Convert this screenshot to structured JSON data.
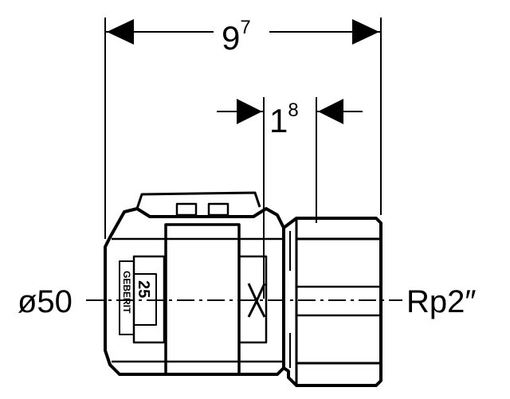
{
  "dimensions": {
    "overall": {
      "base": "9",
      "sup": "7"
    },
    "nut": {
      "base": "1",
      "sup": "8"
    }
  },
  "labels": {
    "left": "ø50",
    "right": "Rp2″"
  },
  "body_marks": {
    "brand": "GEBERIT",
    "number": "25"
  },
  "colors": {
    "line": "#000000",
    "background": "#ffffff"
  }
}
